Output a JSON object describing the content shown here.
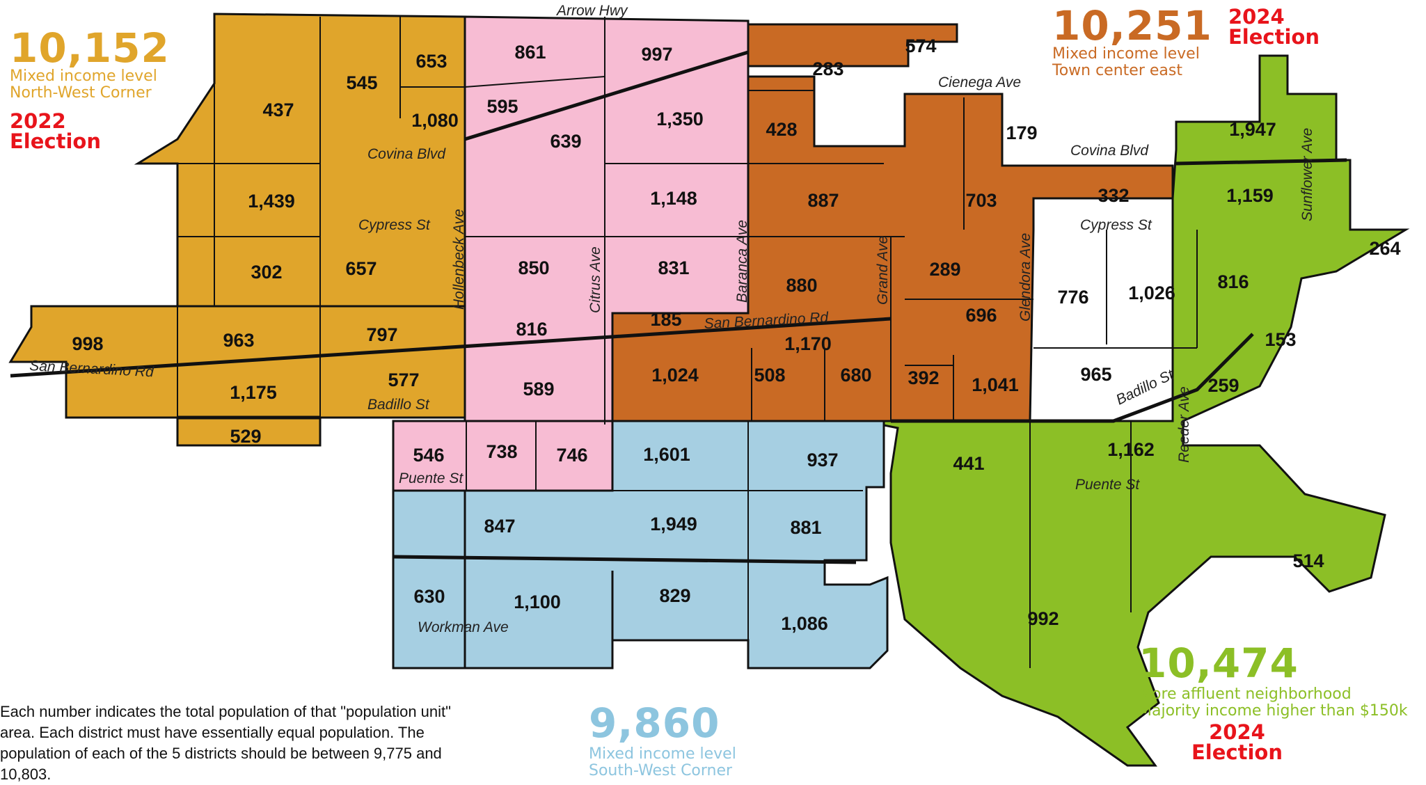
{
  "colors": {
    "northwest": "#e0a52b",
    "pink": "#f7bcd3",
    "towncenter": "#c96a24",
    "southwest": "#a6cfe2",
    "affluent": "#8cbf26",
    "election": "#e8141b",
    "blue_text": "#8dc5df"
  },
  "streets": {
    "arrow_hwy": "Arrow Hwy",
    "cienega": "Cienega Ave",
    "covina_w": "Covina Blvd",
    "covina_e": "Covina Blvd",
    "cypress_w": "Cypress St",
    "cypress_e": "Cypress St",
    "hollenbeck": "Hollenbeck Ave",
    "citrus": "Citrus Ave",
    "baranca": "Baranca Ave",
    "grand": "Grand Ave",
    "glendora": "Glendora Ave",
    "sunflower": "Sunflower Ave",
    "reeder": "Reeder Ave",
    "san_bern_w": "San Bernardino Rd",
    "san_bern_c": "San Bernardino Rd",
    "badillo_w": "Badillo St",
    "badillo_e": "Badillo St",
    "puente_w": "Puente St",
    "puente_e": "Puente St",
    "workman": "Workman Ave"
  },
  "districts": {
    "northwest": {
      "total": "10,152",
      "line1": "Mixed income level",
      "line2": "North-West Corner",
      "election": [
        "2022",
        "Election"
      ]
    },
    "towncenter": {
      "total": "10,251",
      "line1": "Mixed income level",
      "line2": "Town center east",
      "election": [
        "2024",
        "Election"
      ]
    },
    "southwest": {
      "total": "9,860",
      "line1": "Mixed income level",
      "line2": "South-West Corner"
    },
    "affluent": {
      "total": "10,474",
      "line1": "More affluent neighborhood",
      "line2": "Majority income higher than $150k",
      "election": [
        "2024",
        "Election"
      ]
    }
  },
  "units": {
    "u437": "437",
    "u545": "545",
    "u653": "653",
    "u1080": "1,080",
    "u1439": "1,439",
    "u302": "302",
    "u657": "657",
    "u998": "998",
    "u963": "963",
    "u797": "797",
    "u1175": "1,175",
    "u577": "577",
    "u529": "529",
    "u861": "861",
    "u997": "997",
    "u595": "595",
    "u1350": "1,350",
    "u639": "639",
    "u1148": "1,148",
    "u850": "850",
    "u831": "831",
    "u816a": "816",
    "u589": "589",
    "u546": "546",
    "u738": "738",
    "u746": "746",
    "u574": "574",
    "u283": "283",
    "u428": "428",
    "u179": "179",
    "u887": "887",
    "u703": "703",
    "u332": "332",
    "u880": "880",
    "u289": "289",
    "u696": "696",
    "u185": "185",
    "u1170": "1,170",
    "u1024": "1,024",
    "u508": "508",
    "u680": "680",
    "u392": "392",
    "u1041": "1,041",
    "u1947": "1,947",
    "u1159": "1,159",
    "u264": "264",
    "u776": "776",
    "u1026": "1,026",
    "u816b": "816",
    "u153": "153",
    "u965": "965",
    "u259": "259",
    "u441": "441",
    "u1162": "1,162",
    "u514": "514",
    "u992": "992",
    "u1601": "1,601",
    "u937": "937",
    "u847": "847",
    "u1949": "1,949",
    "u881": "881",
    "u630": "630",
    "u1100": "1,100",
    "u829": "829",
    "u1086": "1,086"
  },
  "footnote": "Each number indicates the total population of that \"population unit\" area. Each district must have essentially equal population. The population of each of the 5 districts should be between 9,775 and 10,803."
}
